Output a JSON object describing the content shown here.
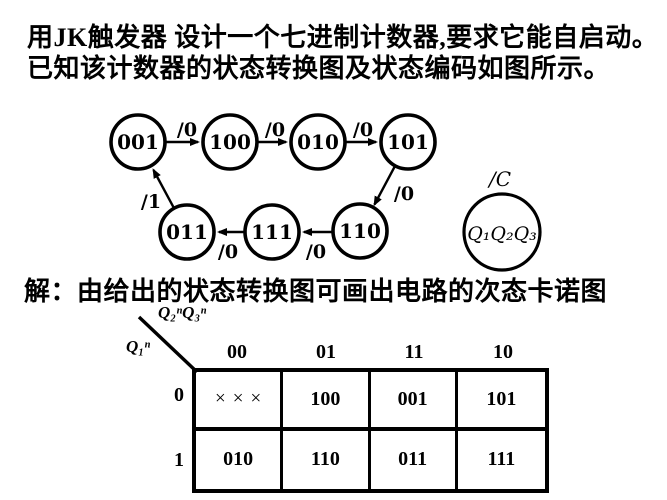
{
  "page": {
    "background": "#ffffff",
    "ink": "#000000"
  },
  "problem": {
    "line1": "用JK触发器 设计一个七进制计数器,要求它能自启动。",
    "line2": "已知该计数器的状态转换图及状态编码如图所示。"
  },
  "solution": {
    "text": "解：由给出的状态转换图可画出电路的次态卡诺图"
  },
  "state_diagram": {
    "states": [
      {
        "label": "001"
      },
      {
        "label": "100"
      },
      {
        "label": "010"
      },
      {
        "label": "101"
      },
      {
        "label": "011"
      },
      {
        "label": "111"
      },
      {
        "label": "110"
      }
    ],
    "transitions": [
      {
        "from": "001",
        "to": "100",
        "label": "/0"
      },
      {
        "from": "100",
        "to": "010",
        "label": "/0"
      },
      {
        "from": "010",
        "to": "101",
        "label": "/0"
      },
      {
        "from": "101",
        "to": "110",
        "label": "/0"
      },
      {
        "from": "110",
        "to": "111",
        "label": "/0"
      },
      {
        "from": "111",
        "to": "011",
        "label": "/0"
      },
      {
        "from": "011",
        "to": "001",
        "label": "/1"
      }
    ],
    "encoding": {
      "clock_label": "/C",
      "state_code_label": "Q₁Q₂Q₃"
    }
  },
  "kmap": {
    "axis_top_label": "Q₂ⁿQ₃ⁿ",
    "axis_left_label": "Q₁ⁿ",
    "column_headers": [
      "00",
      "01",
      "11",
      "10"
    ],
    "row_headers": [
      "0",
      "1"
    ],
    "cells": [
      [
        "×××",
        "100",
        "001",
        "101"
      ],
      [
        "010",
        "110",
        "011",
        "111"
      ]
    ]
  }
}
